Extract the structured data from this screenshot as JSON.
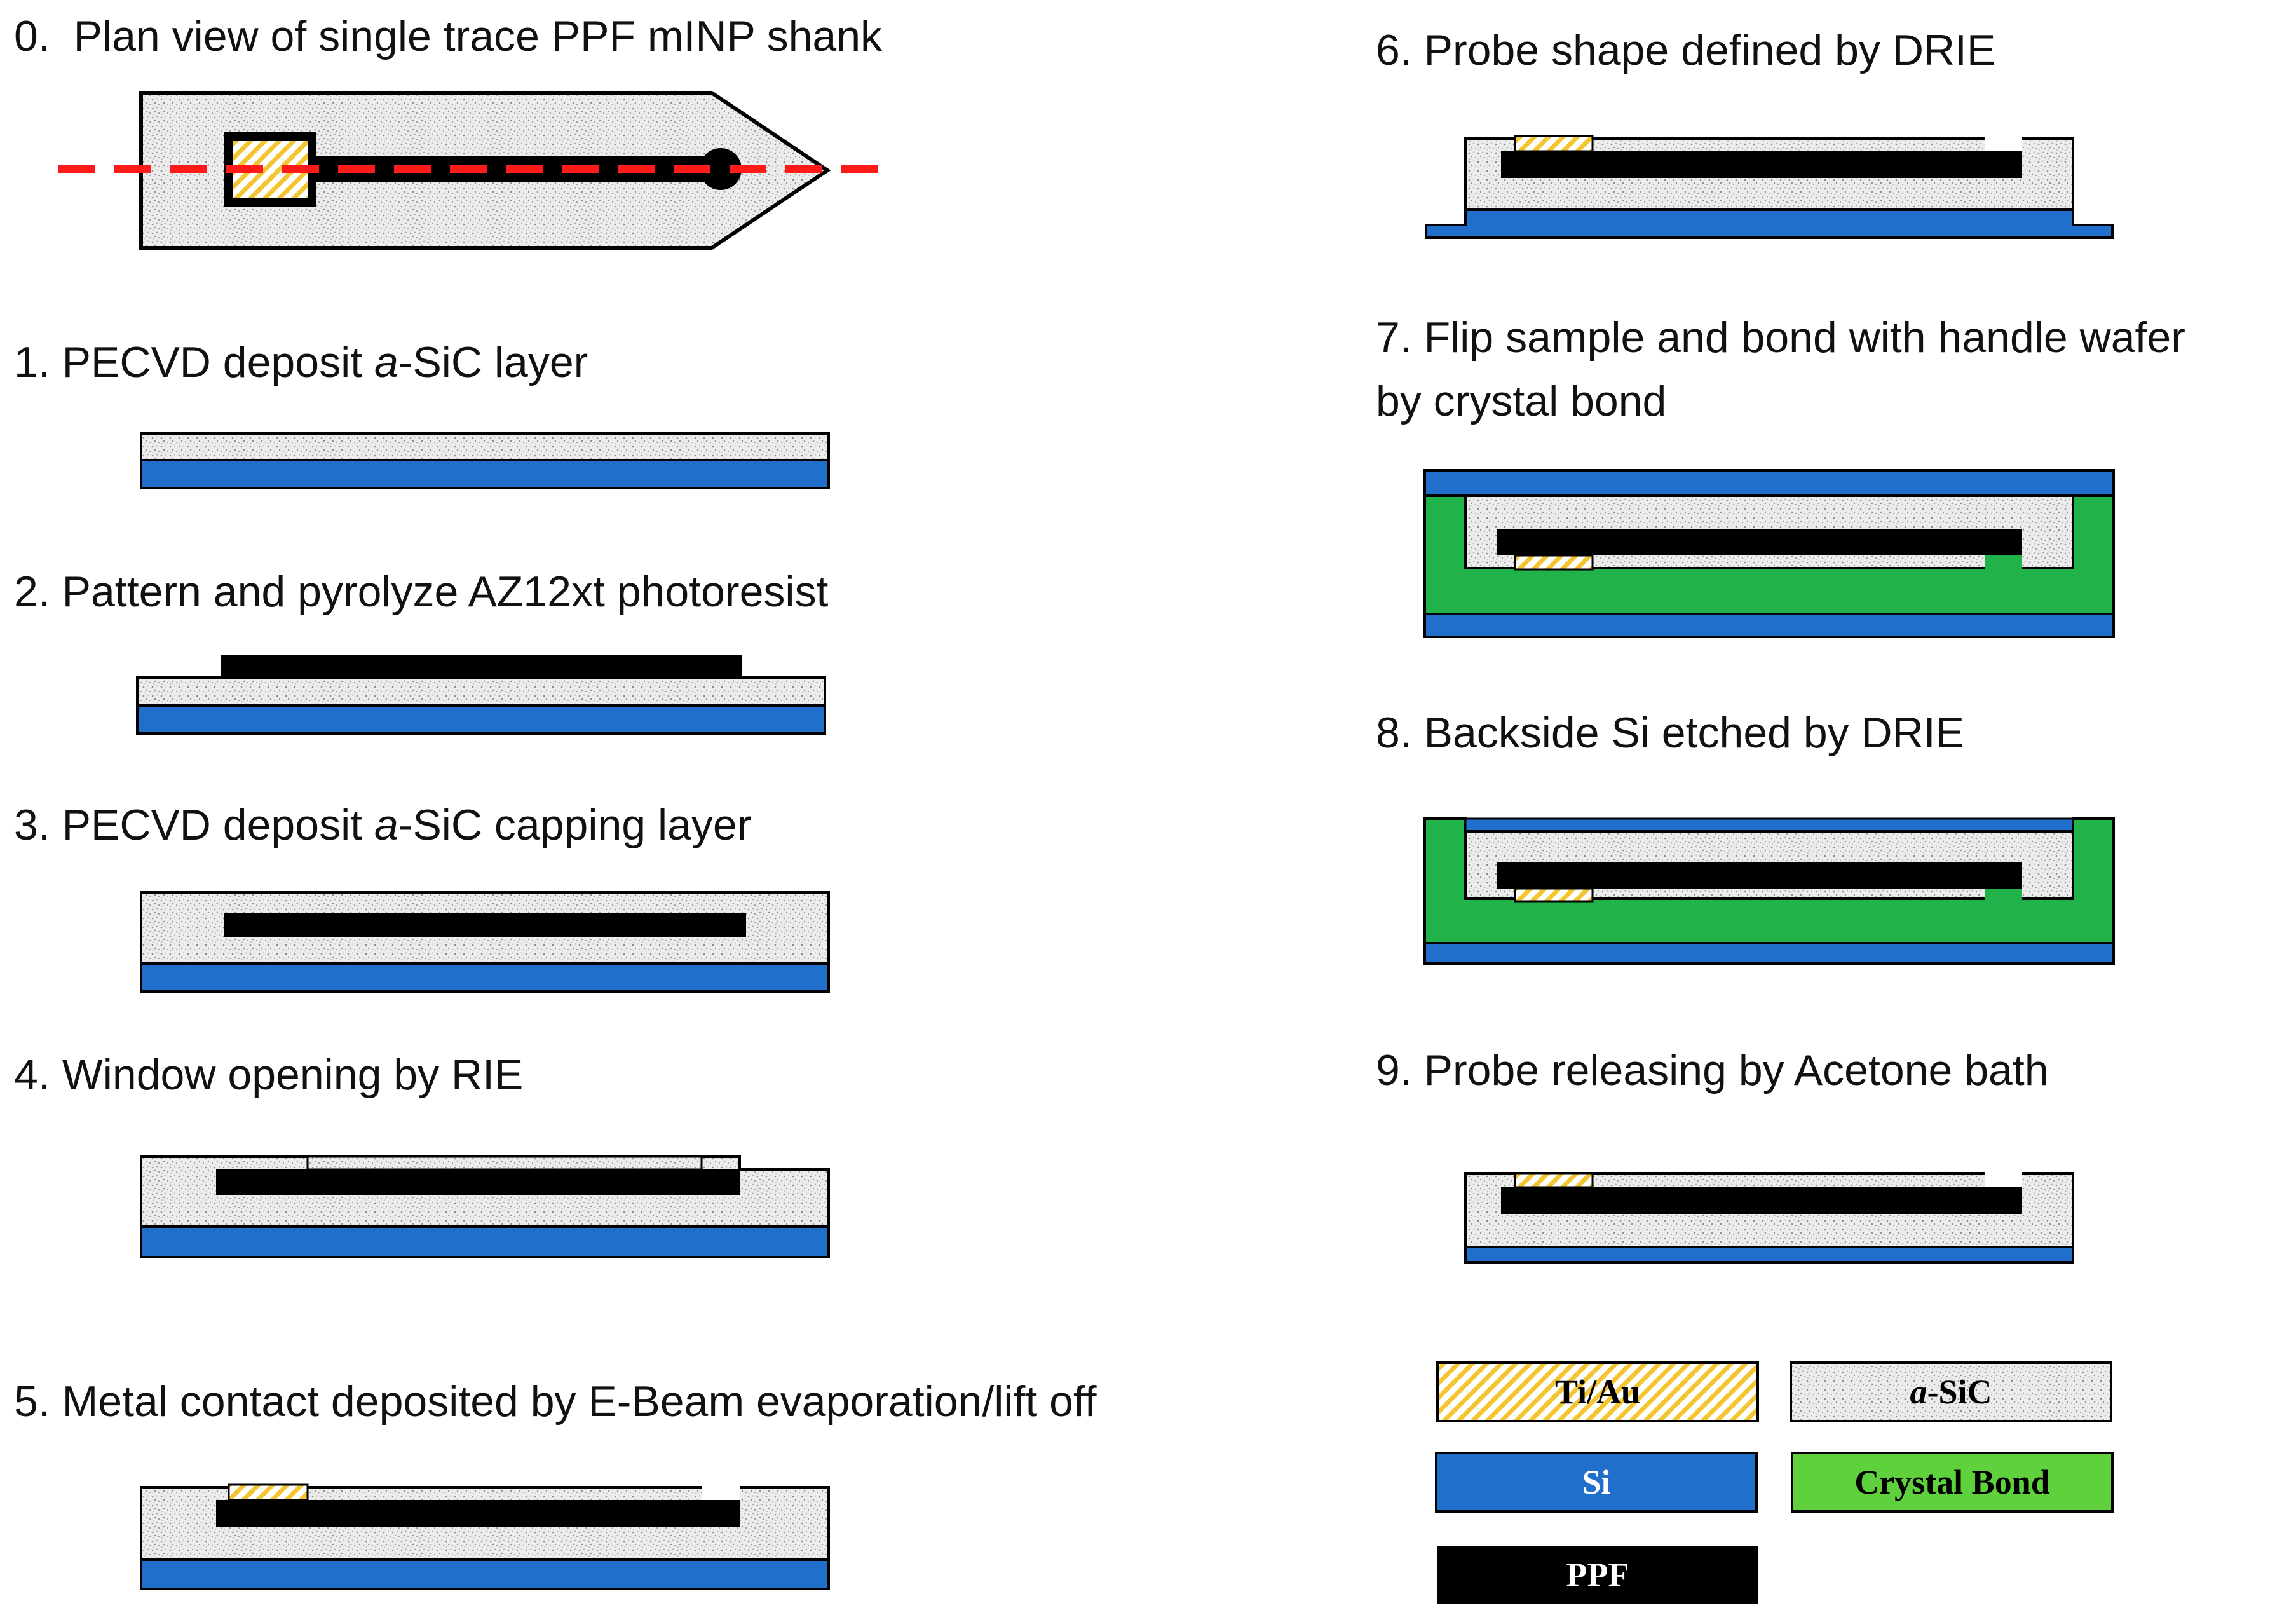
{
  "steps": [
    {
      "num": "0.",
      "text": "Plan view of single trace PPF mINP shank"
    },
    {
      "num": "1.",
      "pre": "PECVD deposit ",
      "it": "a",
      "post": "-SiC layer"
    },
    {
      "num": "2.",
      "text": "Pattern and pyrolyze AZ12xt photoresist"
    },
    {
      "num": "3.",
      "pre": "PECVD deposit ",
      "it": "a",
      "post": "-SiC capping layer"
    },
    {
      "num": "4.",
      "text": "Window opening by RIE"
    },
    {
      "num": "5.",
      "text": "Metal contact deposited by E-Beam evaporation/lift off"
    },
    {
      "num": "6.",
      "text": "Probe shape defined by DRIE"
    },
    {
      "num": "7.",
      "text": "Flip sample and bond with handle wafer",
      "text2": "by crystal bond"
    },
    {
      "num": "8.",
      "text": "Backside Si etched by DRIE"
    },
    {
      "num": "9.",
      "text": "Probe releasing by Acetone bath"
    }
  ],
  "legend": {
    "tiau": "Ti/Au",
    "asic_it": "a",
    "asic_rest": "-SiC",
    "si": "Si",
    "crystal": "Crystal Bond",
    "ppf": "PPF"
  },
  "colors": {
    "si": "#1f6fcb",
    "crystal_bond": "#22b24a",
    "crystal_bond_legend": "#5fd13d",
    "ppf": "#000000",
    "sic": "#e9e9e9",
    "tiau_stripe": "#f2c531",
    "section_line": "#ff1a1a"
  }
}
